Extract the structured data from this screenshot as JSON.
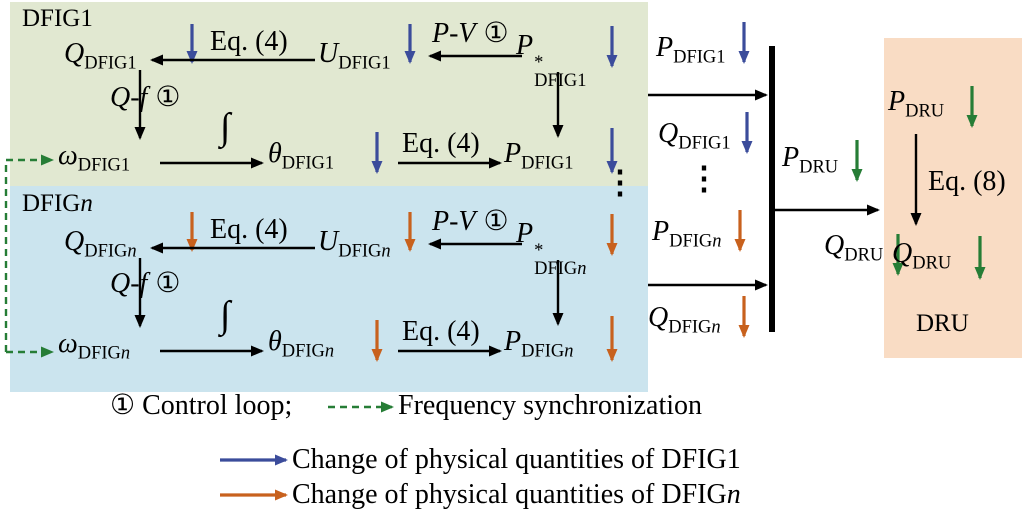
{
  "figure": {
    "type": "control-block-diagram",
    "description": "DFIG wind farm units feeding a common bus connected to a DRU"
  },
  "boxes": {
    "dfig1": {
      "title": "DFIG1"
    },
    "dfign": {
      "title_base": "DFIG",
      "title_n": "n"
    },
    "dru": {
      "title": "DRU"
    }
  },
  "sym": {
    "P": "P",
    "Q": "Q",
    "U": "U",
    "omega": "ω",
    "theta": "θ",
    "star": "*",
    "integral": "∫",
    "vdots": "⋮"
  },
  "sub": {
    "dfig1": "DFIG1",
    "dfig": "DFIG",
    "n": "n",
    "dru": "DRU"
  },
  "ops": {
    "eq4": "Eq. (4)",
    "eq8": "Eq. (8)",
    "pv": "P-V",
    "qf": "Q-f",
    "circ1": "①"
  },
  "legend": {
    "control_loop": "① Control loop;",
    "freq_sync": "Frequency synchronization",
    "dfig1_change": "Change of physical quantities of DFIG1",
    "dfign_change_base": "Change of physical quantities of DFIG",
    "dfign_change_n": "n"
  },
  "colors": {
    "dfig1_arrows": "#3b4c9b",
    "dfign_arrows": "#c8611d",
    "dru_arrows": "#267d36",
    "black": "#000000",
    "dfig1_box_bg": "#e1e8d1",
    "dfign_box_bg": "#cbe4ee",
    "dru_box_bg": "#f9dcc4"
  }
}
